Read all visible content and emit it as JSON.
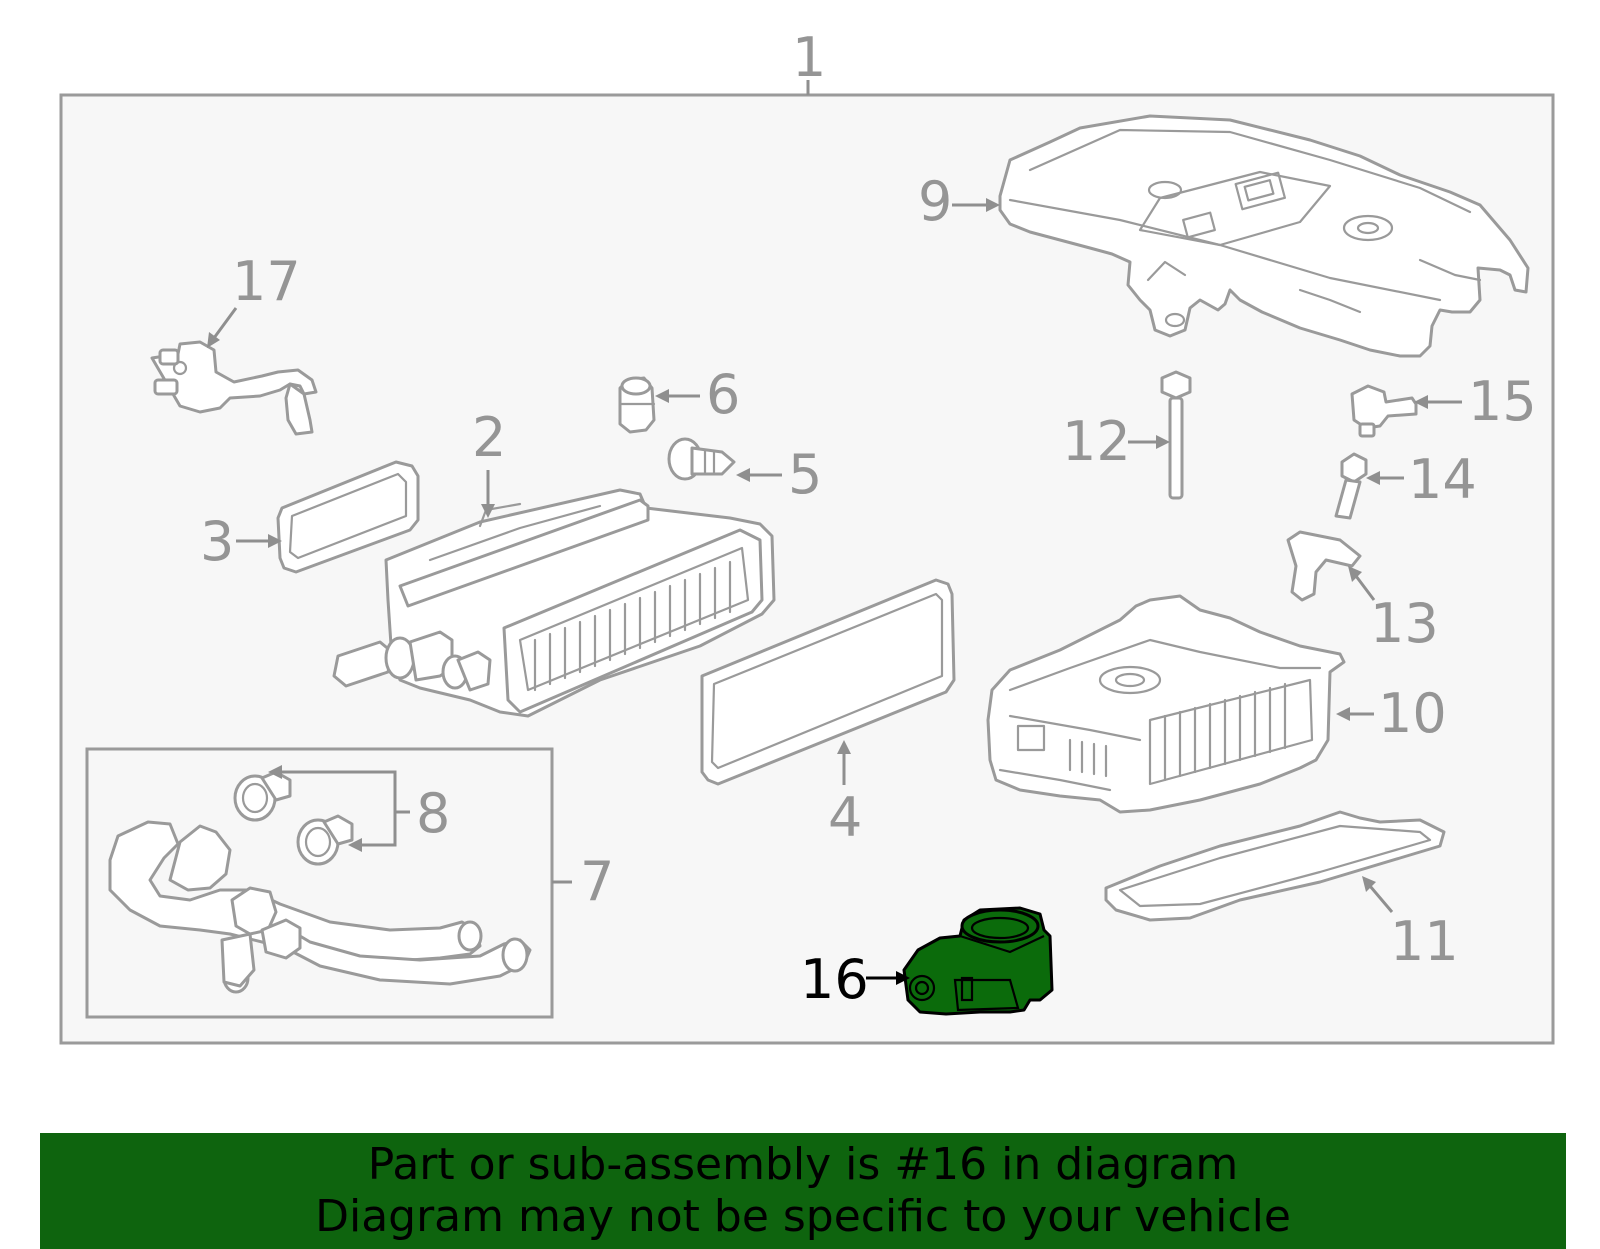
{
  "assembly_label": "1",
  "callouts": [
    {
      "label": "1"
    },
    {
      "label": "2"
    },
    {
      "label": "3"
    },
    {
      "label": "4"
    },
    {
      "label": "5"
    },
    {
      "label": "6"
    },
    {
      "label": "7"
    },
    {
      "label": "8"
    },
    {
      "label": "9"
    },
    {
      "label": "10"
    },
    {
      "label": "11"
    },
    {
      "label": "12"
    },
    {
      "label": "13"
    },
    {
      "label": "14"
    },
    {
      "label": "15"
    },
    {
      "label": "16"
    },
    {
      "label": "17"
    }
  ],
  "highlighted_part": "16",
  "colors": {
    "highlight_fill": "#0b6b0b",
    "banner_bg": "#0e640e",
    "line_gray": "#9a9a9a",
    "panel_bg": "#f7f7f7"
  },
  "banner": {
    "line1": "Part or sub-assembly is #16 in diagram",
    "line2": "Diagram may not be specific to your vehicle"
  }
}
